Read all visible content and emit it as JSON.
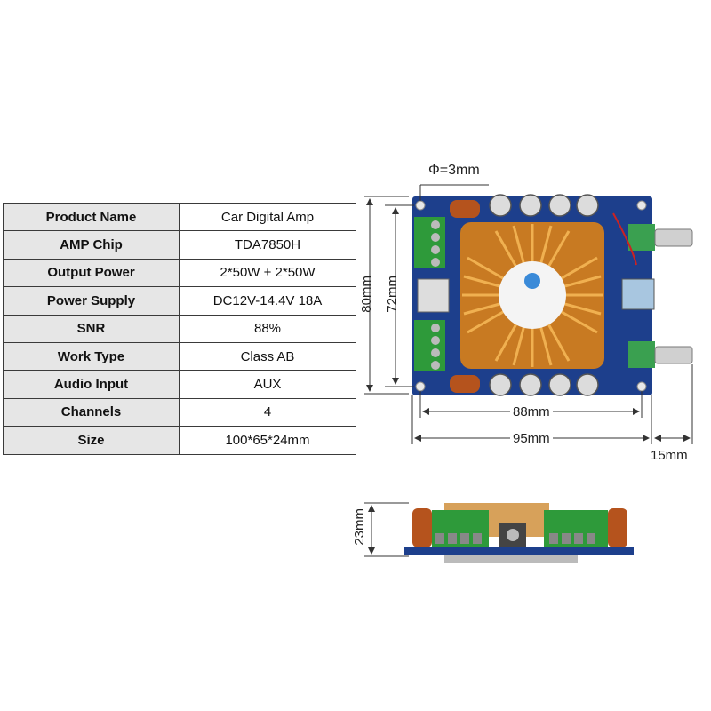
{
  "specs": [
    {
      "label": "Product Name",
      "value": "Car Digital Amp"
    },
    {
      "label": "AMP Chip",
      "value": "TDA7850H"
    },
    {
      "label": "Output Power",
      "value": "2*50W + 2*50W"
    },
    {
      "label": "Power Supply",
      "value": "DC12V-14.4V 18A"
    },
    {
      "label": "SNR",
      "value": "88%"
    },
    {
      "label": "Work Type",
      "value": "Class AB"
    },
    {
      "label": "Audio Input",
      "value": "AUX"
    },
    {
      "label": "Channels",
      "value": "4"
    },
    {
      "label": "Size",
      "value": "100*65*24mm"
    }
  ],
  "dimensions": {
    "hole": "Φ=3mm",
    "height_outer": "80mm",
    "height_inner": "72mm",
    "width_inner": "88mm",
    "width_outer": "95mm",
    "knob": "15mm",
    "thickness": "23mm"
  },
  "colors": {
    "pcb": "#1d3f8c",
    "heatsink": "#d98a2c",
    "terminal": "#2e9a3a",
    "table_header_bg": "#e6e6e6",
    "dim_line": "#333333"
  }
}
